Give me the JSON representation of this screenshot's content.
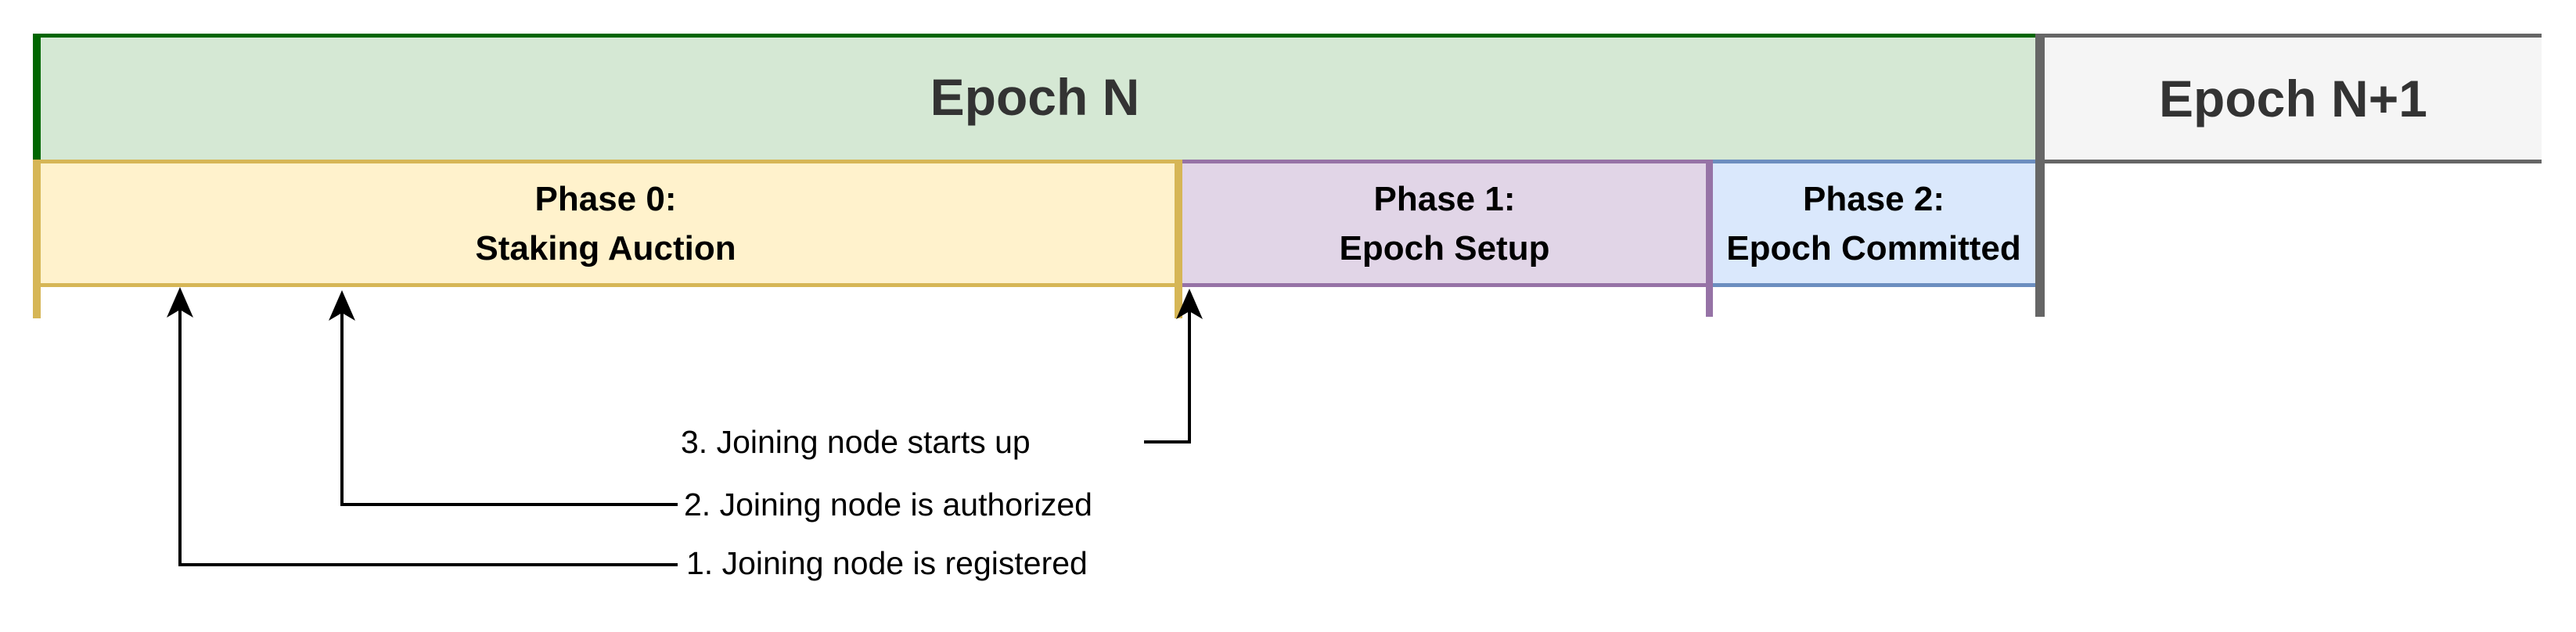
{
  "diagram": {
    "epochs": [
      {
        "label": "Epoch N"
      },
      {
        "label": "Epoch N+1"
      }
    ],
    "phases": [
      {
        "title": "Phase 0:",
        "subtitle": "Staking Auction"
      },
      {
        "title": "Phase 1:",
        "subtitle": "Epoch Setup"
      },
      {
        "title": "Phase 2:",
        "subtitle": "Epoch Committed"
      }
    ],
    "annotations": [
      {
        "label": "1. Joining node is registered"
      },
      {
        "label": "2. Joining node is authorized"
      },
      {
        "label": "3. Joining node starts up"
      }
    ],
    "colors": {
      "epoch_n_fill": "#d5e8d4",
      "epoch_n_stroke": "#006600",
      "epoch_next_fill": "#f5f5f5",
      "epoch_next_stroke": "#666666",
      "phase0_fill": "#fff2cc",
      "phase0_stroke": "#d6b656",
      "phase1_fill": "#e1d5e7",
      "phase1_stroke": "#9673a6",
      "phase2_fill": "#dae8fc",
      "phase2_stroke": "#6c8ebf",
      "divider": "#666666",
      "epoch_title_text": "#333333",
      "phase_title_text": "#000000",
      "annotation_text": "#000000",
      "arrow": "#000000"
    }
  }
}
